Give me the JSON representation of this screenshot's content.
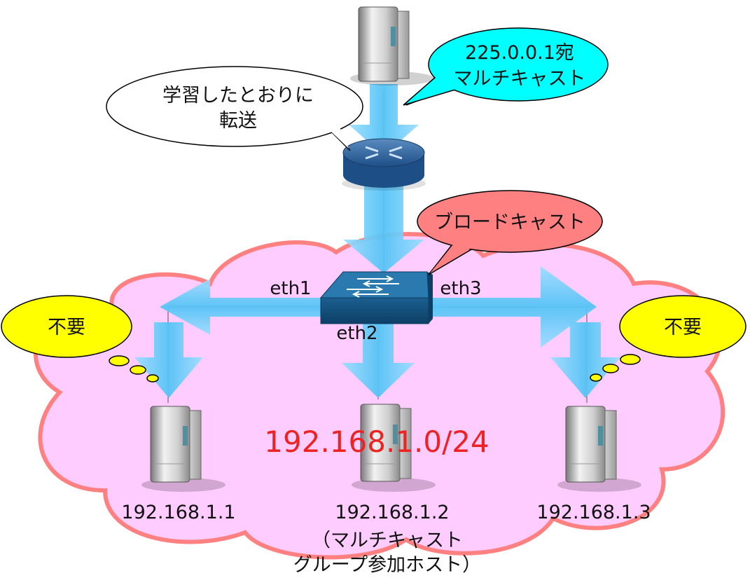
{
  "bubbles": {
    "multicast_src": [
      "225.0.0.1宛",
      "マルチキャスト"
    ],
    "router_forward": [
      "学習したとおりに",
      "転送"
    ],
    "switch_broadcast": "ブロードキャスト",
    "unneeded_left": "不要",
    "unneeded_right": "不要"
  },
  "ports": {
    "eth1": "eth1",
    "eth2": "eth2",
    "eth3": "eth3"
  },
  "network": {
    "subnet": "192.168.1.0/24"
  },
  "hosts": [
    {
      "ip": "192.168.1.1"
    },
    {
      "ip": "192.168.1.2",
      "note": [
        "（マルチキャスト",
        "グループ参加ホスト）"
      ]
    },
    {
      "ip": "192.168.1.3"
    }
  ],
  "colors": {
    "cloud_fill": "#ffccff",
    "cloud_stroke": "#ff8080",
    "subnet_text": "#ee2222",
    "bubble_cyan": "#00ffff",
    "bubble_red": "#ff8080",
    "bubble_yellow": "#ffff00",
    "flow_arrow": "#66ccff"
  }
}
